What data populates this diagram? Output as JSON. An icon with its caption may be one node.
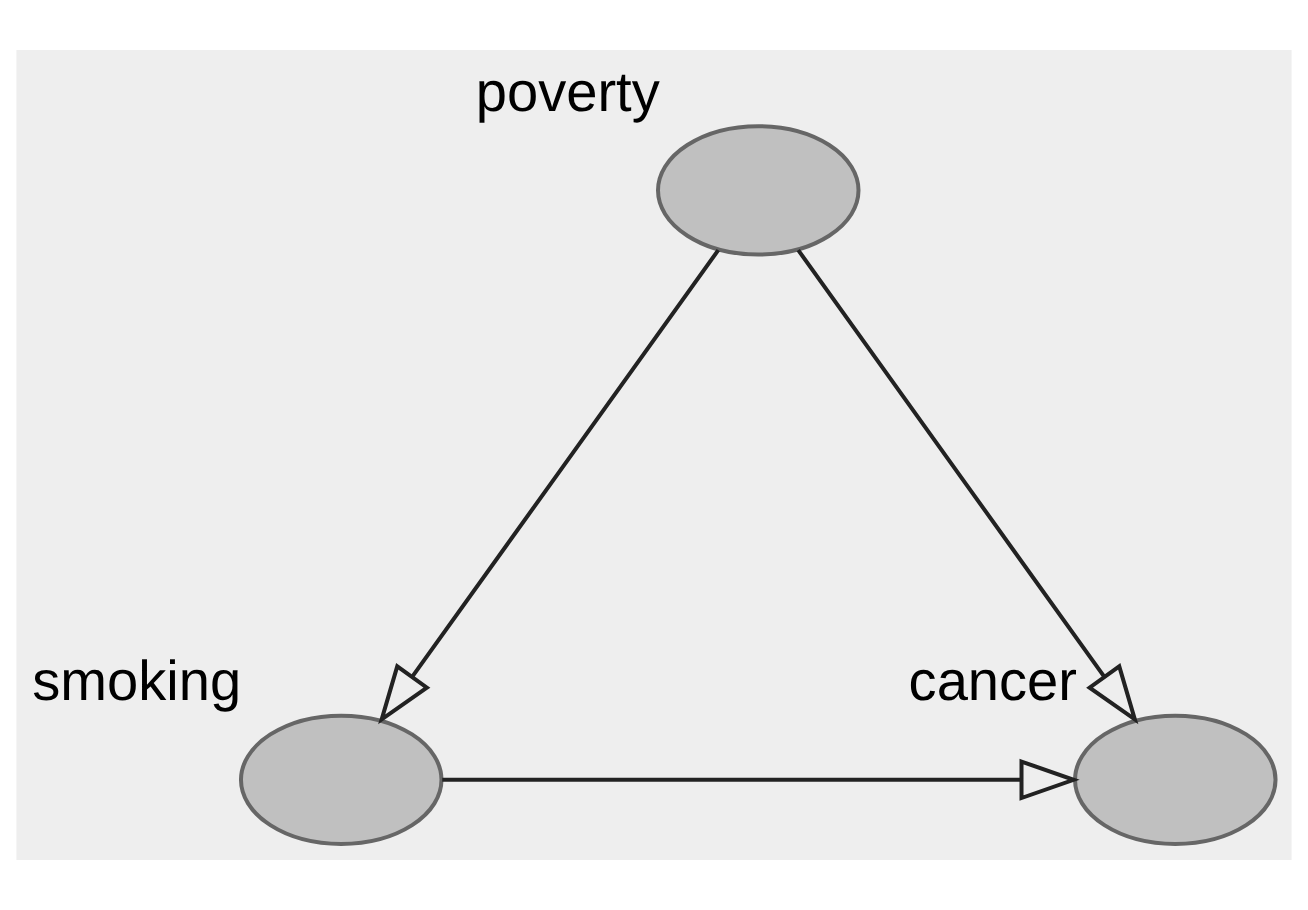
{
  "diagram": {
    "nodes": [
      {
        "text": [
          "poverty"
        ]
      },
      {
        "text": [
          "smoking"
        ]
      },
      {
        "text": [
          "cancer"
        ]
      }
    ],
    "edges": [
      {
        "from": 0,
        "to": 1,
        "arrow": "to"
      },
      {
        "from": 0,
        "to": 2,
        "arrow": "to"
      },
      {
        "from": 1,
        "to": 2,
        "arrow": "to"
      }
    ]
  }
}
